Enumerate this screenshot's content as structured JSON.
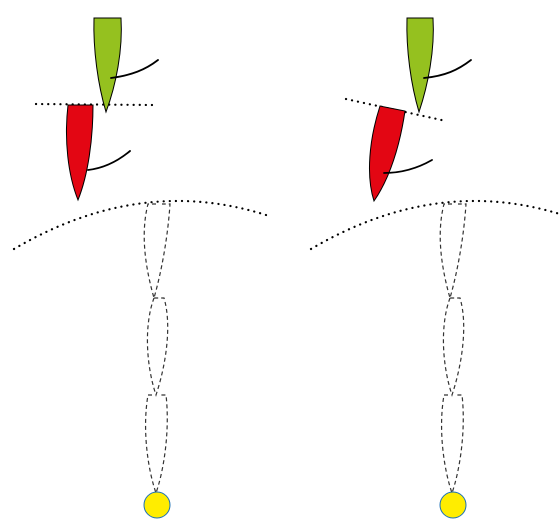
{
  "colors": {
    "upper_blade_fill": "#95c11f",
    "lower_blade_fill": "#e30613",
    "outline": "#000000",
    "string": "#000000",
    "dotted_line": "#000000",
    "dashed_path": "#333333",
    "anchor_fill": "#ffed00",
    "anchor_stroke": "#1d71b8",
    "background": "#ffffff"
  },
  "panels": [
    {
      "id": "left",
      "alignment": "straight"
    },
    {
      "id": "right",
      "alignment": "tilted"
    }
  ]
}
